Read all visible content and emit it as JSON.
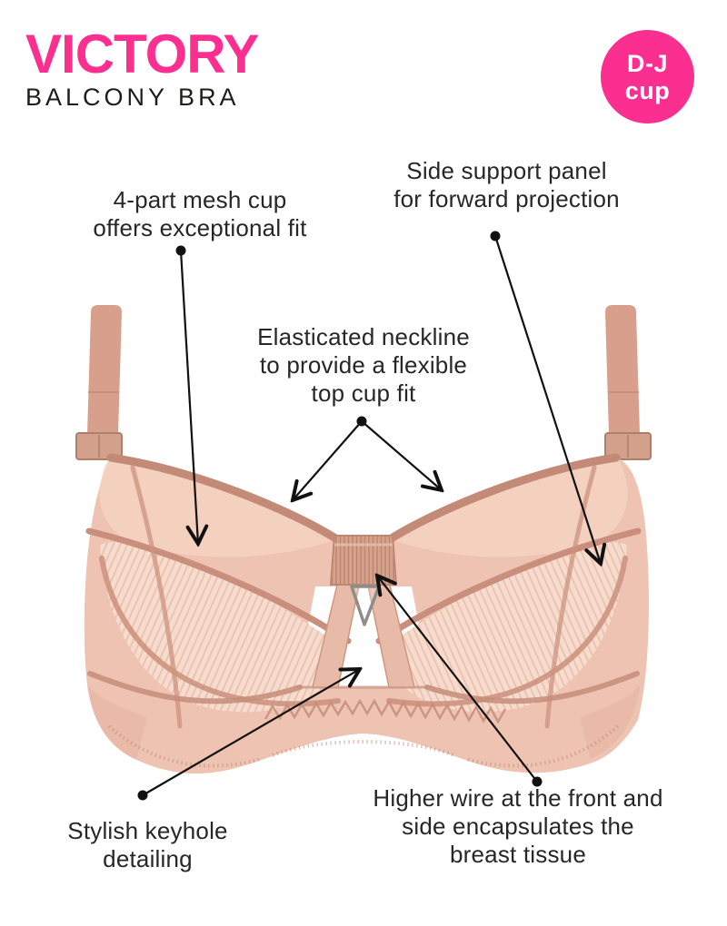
{
  "header": {
    "brand": "VICTORY",
    "product": "BALCONY BRA"
  },
  "badge": {
    "line1": "D-J",
    "line2": "cup"
  },
  "annotations": {
    "mesh_cup": {
      "line1": "4-part mesh cup",
      "line2": "offers exceptional fit"
    },
    "side_support": {
      "line1": "Side support panel",
      "line2": "for forward projection"
    },
    "neckline": {
      "line1": "Elasticated neckline",
      "line2": "to provide a flexible",
      "line3": "top cup fit"
    },
    "keyhole": {
      "line1": "Stylish keyhole",
      "line2": "detailing"
    },
    "higher_wire": {
      "line1": "Higher wire at the front and",
      "line2": "side encapsulates the",
      "line3": "breast tissue"
    }
  },
  "colors": {
    "brand_pink": "#fa2f90",
    "text_dark": "#272727",
    "callout_line": "#111111",
    "bra_base": "#eec3b1",
    "bra_upper_cup": "#f4d2c2",
    "bra_lower_cup": "#f7dbcc",
    "bra_seam": "#c98f7c",
    "bra_strap": "#d8a08c",
    "gore_rib": "#d5a28c",
    "ring_metal": "#8f8d89"
  }
}
